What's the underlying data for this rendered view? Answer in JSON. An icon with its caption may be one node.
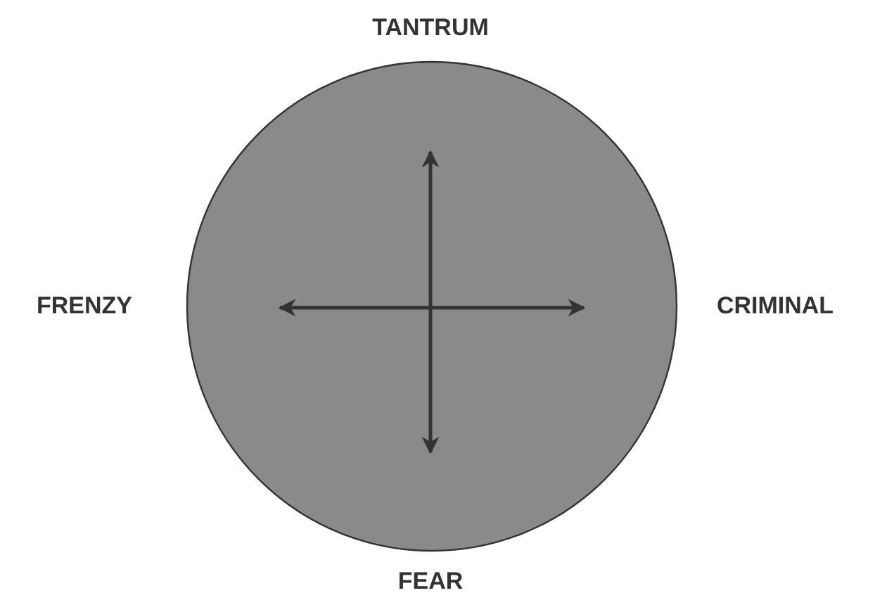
{
  "diagram": {
    "nodes": [
      {
        "text": [],
        "shape": "circle"
      }
    ],
    "labels": [
      "TANTRUM",
      "FRENZY",
      "CRIMINAL",
      "FEAR"
    ]
  }
}
